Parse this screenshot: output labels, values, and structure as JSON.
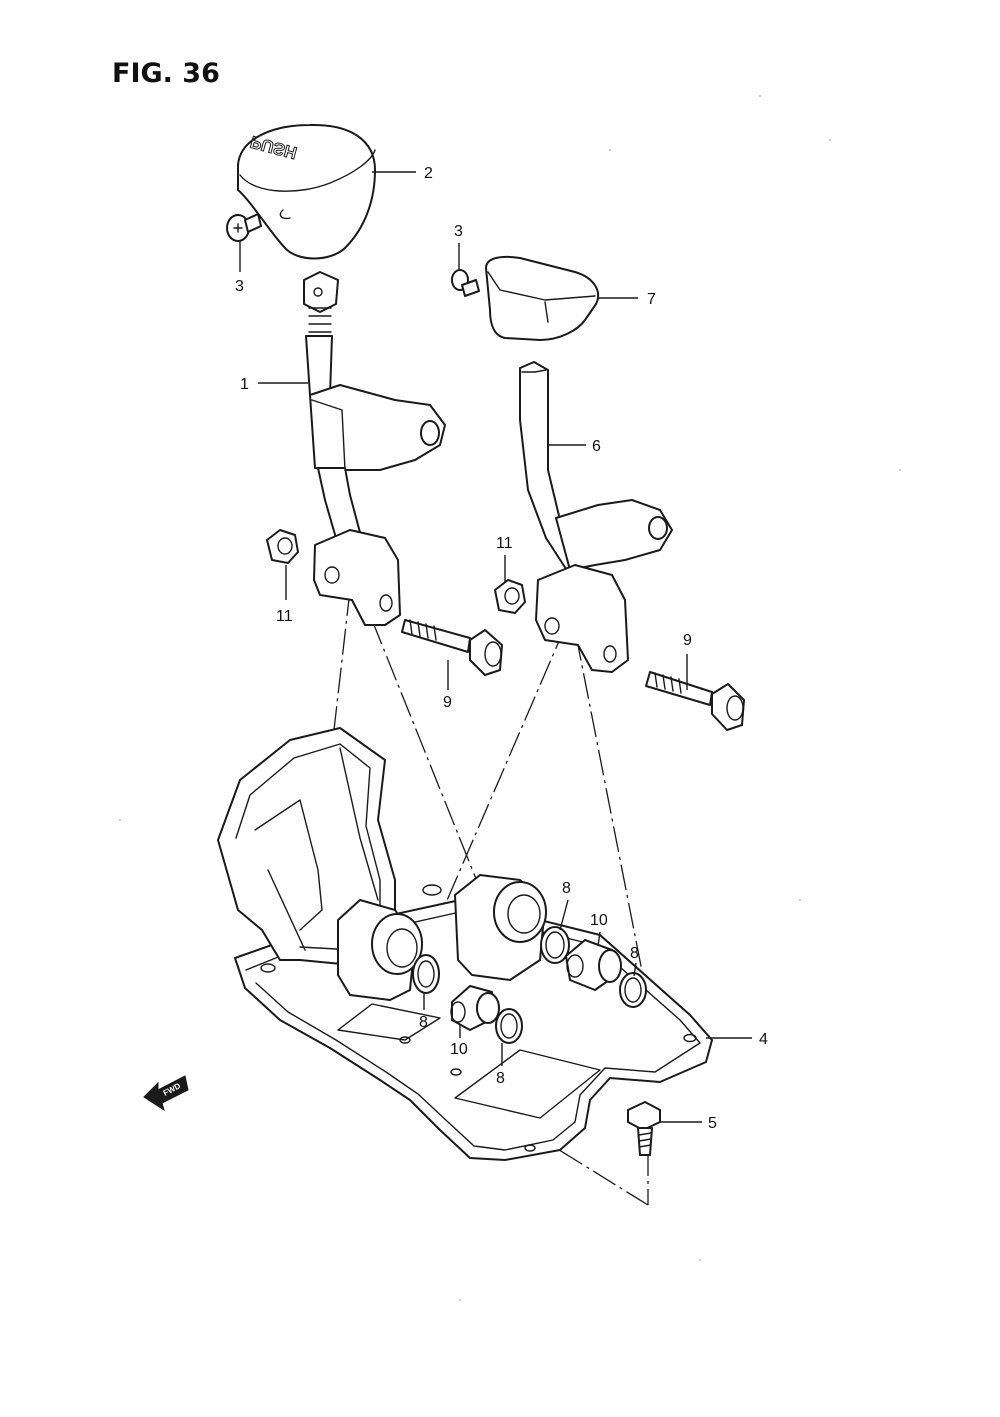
{
  "figure": {
    "title": "FIG. 36"
  },
  "knob": {
    "text": "PUSH"
  },
  "fwd_arrow": {
    "text": "FWD"
  },
  "callouts": [
    {
      "id": "c1",
      "text": "1"
    },
    {
      "id": "c2",
      "text": "2"
    },
    {
      "id": "c3a",
      "text": "3"
    },
    {
      "id": "c3b",
      "text": "3"
    },
    {
      "id": "c4",
      "text": "4"
    },
    {
      "id": "c5",
      "text": "5"
    },
    {
      "id": "c6",
      "text": "6"
    },
    {
      "id": "c7",
      "text": "7"
    },
    {
      "id": "c8a",
      "text": "8"
    },
    {
      "id": "c8b",
      "text": "8"
    },
    {
      "id": "c8c",
      "text": "8"
    },
    {
      "id": "c8d",
      "text": "8"
    },
    {
      "id": "c9a",
      "text": "9"
    },
    {
      "id": "c9b",
      "text": "9"
    },
    {
      "id": "c10a",
      "text": "10"
    },
    {
      "id": "c10b",
      "text": "10"
    },
    {
      "id": "c11a",
      "text": "11"
    },
    {
      "id": "c11b",
      "text": "11"
    }
  ]
}
